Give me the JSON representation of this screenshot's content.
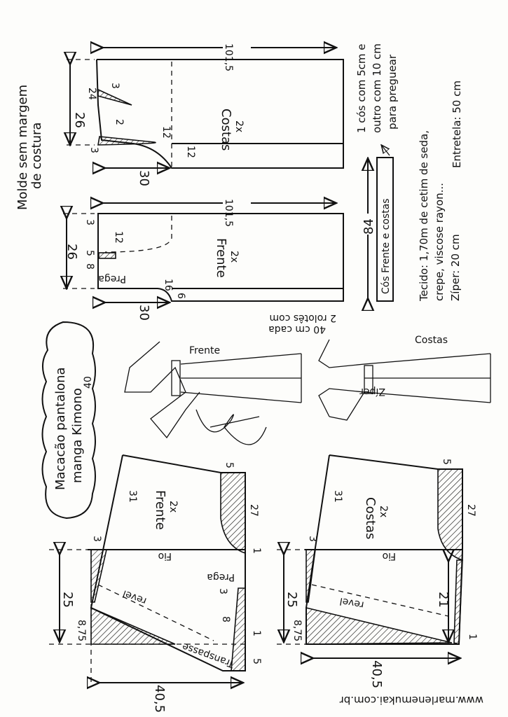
{
  "title": {
    "line1": "Macacão pantalona",
    "line2": "manga Kimono",
    "size": "40"
  },
  "subtitle": {
    "line1": "Molde sem margem",
    "line2": "de costura"
  },
  "pants_back": {
    "name": "Costas",
    "qty": "2x",
    "width": "101,5",
    "height": "26",
    "crotch": "30",
    "dims": [
      "24",
      "3",
      "2",
      "3",
      "12",
      "12"
    ]
  },
  "pants_front": {
    "name": "Frente",
    "qty": "2x",
    "width": "101,5",
    "height": "26",
    "crotch": "30",
    "dims": [
      "3",
      "12",
      "5",
      "8",
      "16",
      "6"
    ],
    "pleat": "Prega"
  },
  "waistband": {
    "label": "Cós Frente e costas",
    "length": "84",
    "note": [
      "1 cós com 5cm e",
      "outro com 10 cm",
      "para preguear"
    ]
  },
  "materials": {
    "fabric": [
      "Tecido: 1,70m de cetim de seda,",
      "crepe, viscose rayon..."
    ],
    "zipper": "Zíper: 20 cm",
    "interfacing": "Entretela: 50 cm"
  },
  "sketch": {
    "front": "Frente",
    "back": "Costas",
    "ties": [
      "2 rolotês com",
      "40 cm cada"
    ],
    "zipper": "Zíper"
  },
  "bodice_front": {
    "name": "Frente",
    "qty": "2x",
    "dims": [
      "31",
      "5",
      "27",
      "3",
      "1",
      "25",
      "8,75",
      "3",
      "8",
      "1",
      "5",
      "40,5"
    ],
    "grain": "Fio",
    "facing": "revel",
    "pleat": "Prega",
    "overlap": "Transpasse"
  },
  "bodice_back": {
    "name": "Costas",
    "qty": "2x",
    "dims": [
      "31",
      "5",
      "27",
      "3",
      "25",
      "8,75",
      "21",
      "1",
      "40,5"
    ],
    "grain": "Fio",
    "facing": "revel"
  },
  "website": "www.marlenemukai.com.br"
}
